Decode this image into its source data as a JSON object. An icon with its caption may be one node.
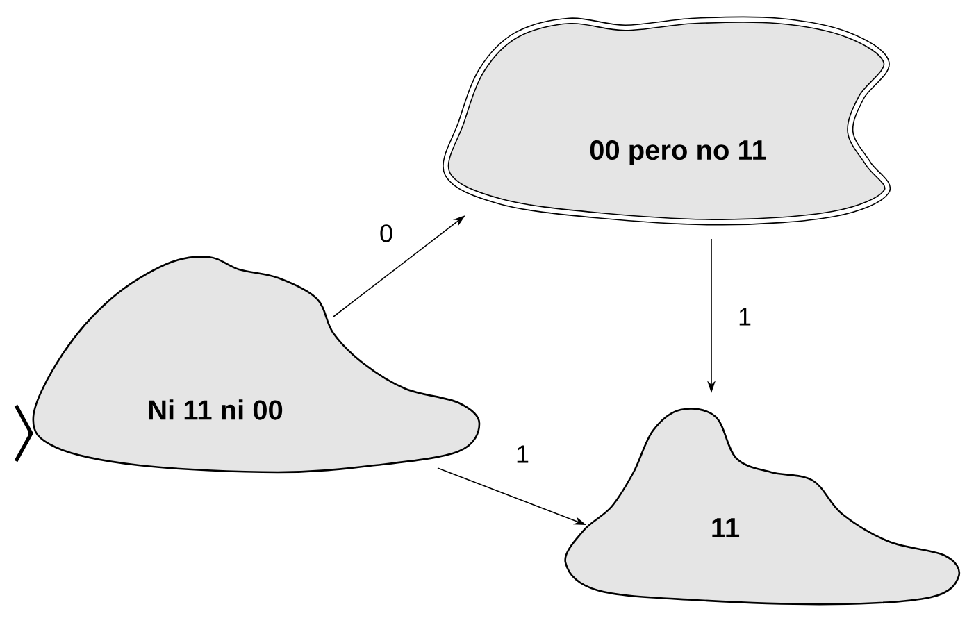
{
  "diagram": {
    "nodes": [
      {
        "text": [
          "Ni 11 ni 00"
        ]
      },
      {
        "text": [
          "00 pero no 11"
        ]
      },
      {
        "text": [
          "11"
        ]
      }
    ],
    "edges": [
      {
        "from": null,
        "to": 0,
        "arrow": "other",
        "style": "thick"
      },
      {
        "from": 0,
        "to": 1,
        "arrow": "to",
        "label": "0"
      },
      {
        "from": 1,
        "to": 2,
        "arrow": "to",
        "label": "1"
      },
      {
        "from": 0,
        "to": 2,
        "arrow": "to",
        "label": "1"
      }
    ]
  }
}
